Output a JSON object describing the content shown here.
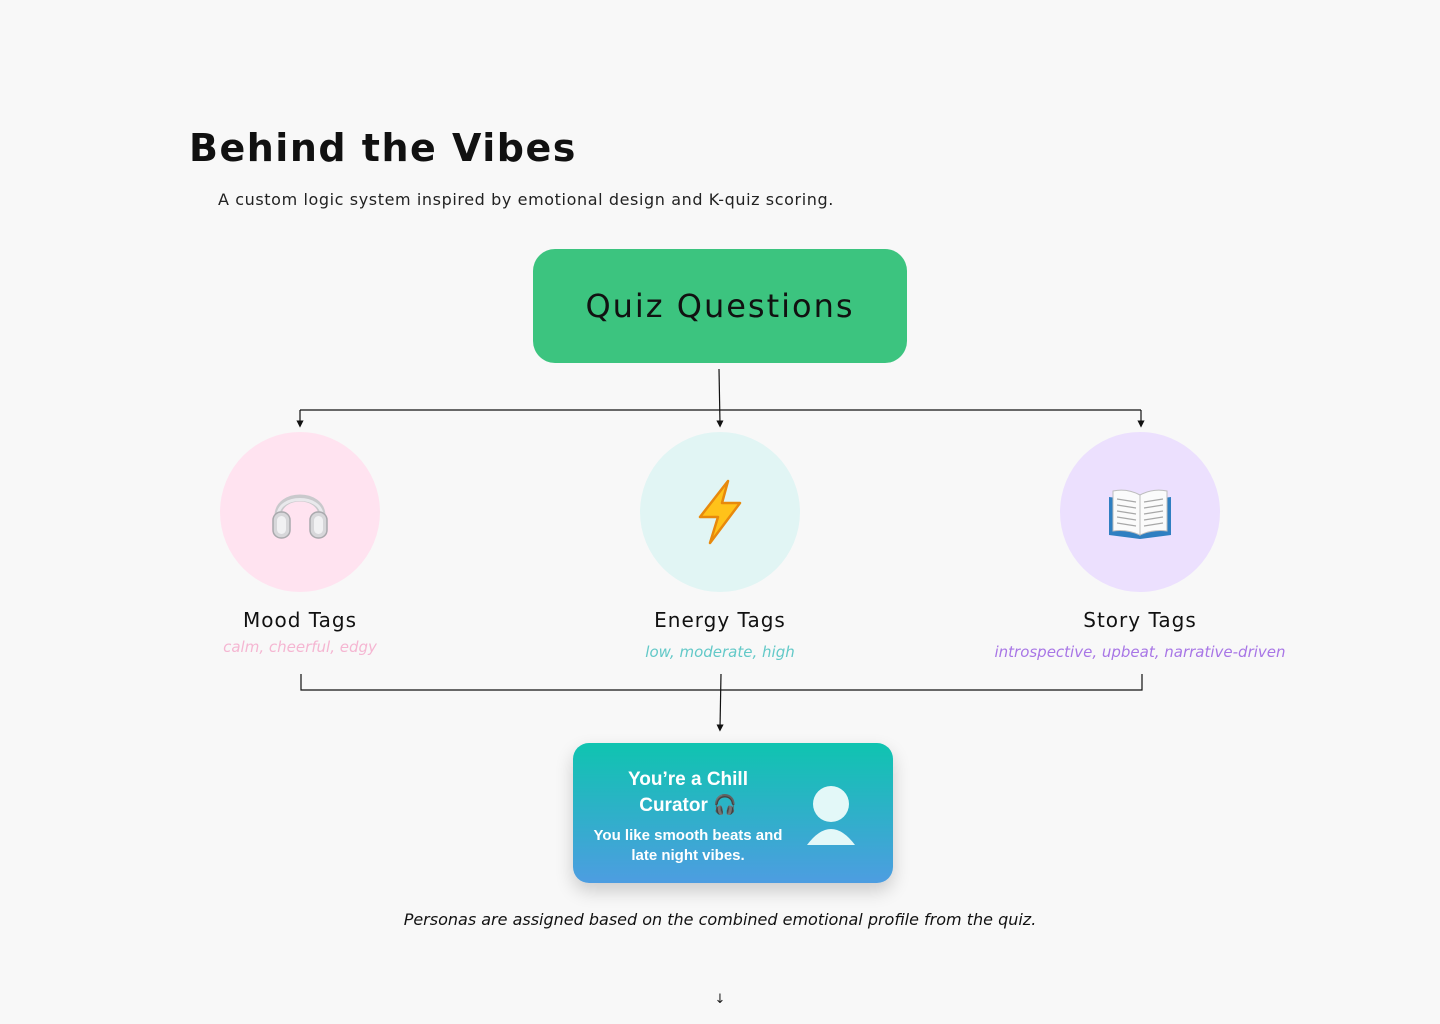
{
  "header": {
    "title": "Behind the Vibes",
    "subtitle": "A custom logic system inspired by emotional design and K-quiz scoring."
  },
  "diagram": {
    "root": {
      "label": "Quiz Questions",
      "color": "#3cc47f"
    },
    "tags": [
      {
        "title": "Mood Tags",
        "examples": "calm, cheerful, edgy",
        "icon": "headphones-icon",
        "circle_color": "#ffe3f0",
        "text_color": "#f5b6d2"
      },
      {
        "title": "Energy Tags",
        "examples": "low, moderate, high",
        "icon": "lightning-icon",
        "circle_color": "#e1f5f4",
        "text_color": "#63c9c8"
      },
      {
        "title": "Story Tags",
        "examples": "introspective, upbeat, narrative-driven",
        "icon": "open-book-icon",
        "circle_color": "#ece0fe",
        "text_color": "#a876e6"
      }
    ],
    "persona": {
      "title": "You’re a Chill Curator 🎧",
      "description": "You like smooth beats and late night vibes.",
      "icon": "user-avatar-icon",
      "gradient": [
        "#0fc4b0",
        "#4d9de1"
      ]
    }
  },
  "footnote": "Personas are assigned based on the combined emotional profile from the quiz.",
  "scroll_indicator": "↓"
}
